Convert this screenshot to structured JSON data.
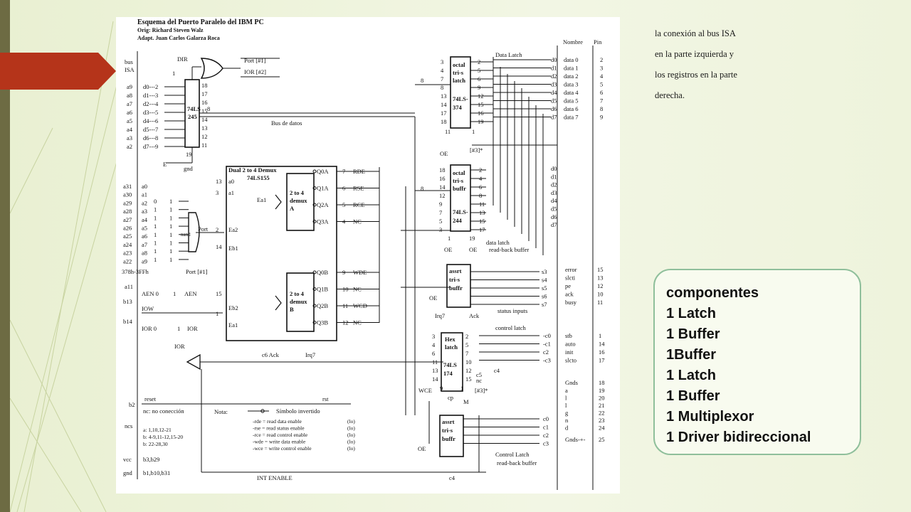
{
  "slide": {
    "description_lines": [
      "la conexión al bus ISA",
      "en la parte izquierda y",
      "los registros en la parte",
      "derecha."
    ],
    "components": {
      "title": "componentes",
      "items": [
        "1 Latch",
        "1 Buffer",
        "1Buffer",
        "1 Latch",
        "1 Buffer",
        "1 Multiplexor",
        "1 Driver bidireccional"
      ]
    },
    "colors": {
      "accent": "#b5341a",
      "bar": "#6d6b43",
      "box_border": "#8fbf9b"
    }
  },
  "schematic": {
    "title": "Esquema del Puerto Paralelo del IBM PC",
    "orig": "Orig: Richard Steven Walz",
    "adapt": "Adapt. Juan Carlos Galarza Roca",
    "header_nombre": "Nombre",
    "header_pin": "Pin",
    "bus_isa": [
      "bus",
      "ISA"
    ],
    "isa_data": [
      [
        "a9",
        "d0---2"
      ],
      [
        "a8",
        "d1---3"
      ],
      [
        "a7",
        "d2---4"
      ],
      [
        "a6",
        "d3---5"
      ],
      [
        "a5",
        "d4---6"
      ],
      [
        "a4",
        "d5---7"
      ],
      [
        "a3",
        "d6---8"
      ],
      [
        "a2",
        "d7---9"
      ]
    ],
    "chip245": {
      "name": [
        "74LS",
        "245"
      ],
      "left_pin": "1",
      "right_pins": [
        "18",
        "17",
        "16",
        "15",
        "14",
        "13",
        "12",
        "11"
      ],
      "bottom_pin": "19",
      "e_label": "E",
      "gnd": "gnd",
      "dir": "DIR"
    },
    "port_lines": [
      "Port [#1]",
      "IOR [#2]"
    ],
    "bus_datos": "Bus de datos",
    "bus8": "8",
    "address_labels": [
      [
        "a31",
        "a0"
      ],
      [
        "a30",
        "a1"
      ],
      [
        "a29",
        "a2"
      ],
      [
        "a28",
        "a3"
      ],
      [
        "a27",
        "a4"
      ],
      [
        "a26",
        "a5"
      ],
      [
        "a25",
        "a6"
      ],
      [
        "a24",
        "a7"
      ],
      [
        "a23",
        "a8"
      ],
      [
        "a22",
        "a9"
      ]
    ],
    "address_bits": [
      [
        "0",
        "1"
      ],
      [
        "1",
        "1"
      ],
      [
        "1",
        "1"
      ],
      [
        "1",
        "1"
      ],
      [
        "1",
        "1"
      ],
      [
        "1",
        "1"
      ],
      [
        "1",
        "1"
      ],
      [
        "1",
        "1"
      ]
    ],
    "nand_label": "nand",
    "port_nand": "Port",
    "range": "378h-3FFh",
    "port_1": "Port [#1]",
    "a11": "a11",
    "aen": [
      "AEN 0",
      "1",
      "AEN"
    ],
    "b13": "b13",
    "iow": "IOW",
    "b14": "b14",
    "ior_row": [
      "IOR 0",
      "1",
      "IOR"
    ],
    "ior_low": "IOR",
    "demux": {
      "title": "Dual 2 to 4 Demux",
      "chip": "74LS155",
      "left_labels": [
        "a0",
        "a1",
        "Ea1",
        "Ea2",
        "Eb1",
        "Eb2",
        "Ea1"
      ],
      "left_pins": [
        "13",
        "3",
        "2",
        "14",
        "15",
        "1"
      ],
      "block_a": [
        "2 to 4",
        "demux",
        "A"
      ],
      "block_b": [
        "2 to 4",
        "demux",
        "B"
      ],
      "outputs": [
        [
          "Q0A",
          "7",
          "RDE"
        ],
        [
          "Q1A",
          "6",
          "RSE"
        ],
        [
          "Q2A",
          "5",
          "RCE"
        ],
        [
          "Q3A",
          "4",
          "NC"
        ],
        [
          "Q0B",
          "9",
          "WDE"
        ],
        [
          "Q1B",
          "10",
          "NC"
        ],
        [
          "Q2B",
          "11",
          "WCD"
        ],
        [
          "Q3B",
          "12",
          "NC"
        ]
      ]
    },
    "latch374": {
      "name": [
        "octal",
        "tri-s",
        "latch"
      ],
      "part": [
        "74LS-",
        "374"
      ],
      "in_pins": [
        "3",
        "4",
        "7",
        "8",
        "13",
        "14",
        "17",
        "18"
      ],
      "out_pins": [
        "2",
        "5",
        "6",
        "9",
        "12",
        "15",
        "16",
        "19"
      ],
      "bottom_pins": [
        "11",
        "1"
      ],
      "oe": "OE",
      "note": "[#3]*",
      "label": "Data Latch"
    },
    "buffer244": {
      "name": [
        "octal",
        "tri-s",
        "buffr"
      ],
      "part": [
        "74LS-",
        "244"
      ],
      "in_pins": [
        "18",
        "16",
        "14",
        "12",
        "9",
        "7",
        "5",
        "3"
      ],
      "out_pins": [
        "2",
        "4",
        "6",
        "8",
        "11",
        "13",
        "15",
        "17"
      ],
      "bottom_pins": [
        "1",
        "19"
      ],
      "oe": [
        "OE",
        "OE"
      ],
      "note": [
        "data latch",
        "read-back buffer"
      ]
    },
    "data_lines": [
      "d0",
      "d1",
      "d2",
      "d3",
      "d4",
      "d5",
      "d6",
      "d7"
    ],
    "data_names": [
      "data 0",
      "data 1",
      "data 2",
      "data 3",
      "data 4",
      "data 5",
      "data 6",
      "data 7"
    ],
    "data_pins": [
      "2",
      "3",
      "4",
      "5",
      "6",
      "7",
      "8",
      "9"
    ],
    "status_buffer": {
      "name": [
        "assrt",
        "tri-s",
        "buffr"
      ],
      "oe": "OE",
      "lines": [
        "s3",
        "s4",
        "s5",
        "s6",
        "s7"
      ],
      "irq": "Irq7",
      "ack": "Ack",
      "note": "status inputs"
    },
    "status_names": [
      "error",
      "slcti",
      "pe",
      "ack",
      "busy"
    ],
    "status_pins": [
      "15",
      "13",
      "12",
      "10",
      "11"
    ],
    "hex_latch": {
      "name": [
        "Hex",
        "latch"
      ],
      "part": [
        "74LS",
        "174"
      ],
      "in_pins": [
        "3",
        "4",
        "6",
        "11",
        "13",
        "14"
      ],
      "out_pins": [
        "2",
        "5",
        "7",
        "10",
        "12",
        "15"
      ],
      "bottom_pins": [
        "9",
        "1"
      ],
      "wce": "WCE",
      "cp": "cp",
      "note": [
        "nc",
        "c5",
        "[#3]*"
      ],
      "m": "M",
      "c4": "c4",
      "label": "control latch",
      "lines": [
        "-c0",
        "-c1",
        "c2",
        "-c3"
      ]
    },
    "control_names": [
      "stb",
      "auto",
      "init",
      "slcto"
    ],
    "control_pins": [
      "1",
      "14",
      "16",
      "17"
    ],
    "gnds": {
      "title": "Gnds",
      "rows": [
        [
          "a",
          "19"
        ],
        [
          "l",
          "20"
        ],
        [
          "l",
          "21"
        ],
        [
          "g",
          "22"
        ],
        [
          "n",
          "23"
        ],
        [
          "d",
          "24"
        ]
      ],
      "first": "18",
      "last": [
        "Gnds-+-",
        "25"
      ]
    },
    "ctrl_buffer": {
      "name": [
        "assrt",
        "tri-s",
        "buffr"
      ],
      "oe": "OE",
      "lines": [
        "c0",
        "c1",
        "c2",
        "c3"
      ],
      "note": [
        "Control Latch",
        "read-back buffer"
      ]
    },
    "irq_row": [
      "c6 Ack",
      "Irq7"
    ],
    "b2": "b2",
    "reset": "reset",
    "rst": "rst",
    "legend": {
      "nc": "nc: no conección",
      "ncs": "ncs",
      "ab_lines": [
        "a: 1,10,12-21",
        "b: 4-9,11-12,15-20",
        "b: 22-28,30"
      ],
      "vcc": [
        "vcc",
        "b3,b29"
      ],
      "gnd": [
        "gnd",
        "b1,b10,b31"
      ],
      "nota": "Nota:",
      "simbolo": "Símbolo invertido",
      "rows": [
        [
          "-rde = read data enable",
          "(lo)"
        ],
        [
          "-rse = read status enable",
          "(lo)"
        ],
        [
          "-rce = read control enable",
          "(lo)"
        ],
        [
          "-wde = write data enable",
          "(lo)"
        ],
        [
          "-wce = write control enable",
          "(lo)"
        ]
      ]
    },
    "int_enable": "INT ENABLE",
    "c4": "c4"
  }
}
